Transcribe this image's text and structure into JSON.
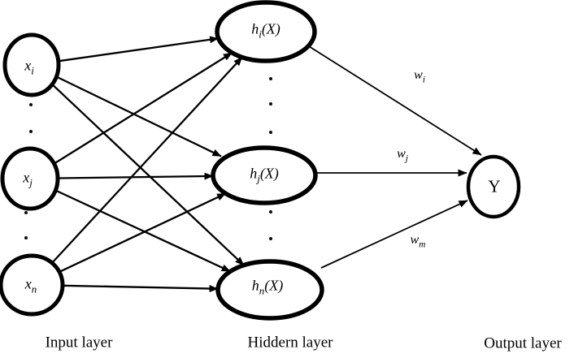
{
  "colors": {
    "ink": "#000000",
    "background": "#ffffff"
  },
  "nodes": {
    "xi": {
      "main": "x",
      "sub": "i",
      "suffix": ""
    },
    "xj": {
      "main": "x",
      "sub": "j",
      "suffix": ""
    },
    "xn": {
      "main": "x",
      "sub": "n",
      "suffix": ""
    },
    "hi": {
      "main": "h",
      "sub": "i",
      "suffix": "(X)"
    },
    "hj": {
      "main": "h",
      "sub": "j",
      "suffix": "(X)"
    },
    "hn": {
      "main": "h",
      "sub": "n",
      "suffix": "(X)"
    },
    "y": {
      "main": "Y",
      "sub": "",
      "suffix": ""
    }
  },
  "weights": {
    "wi": {
      "main": "w",
      "sub": "i"
    },
    "wj": {
      "main": "w",
      "sub": "j"
    },
    "wm": {
      "main": "w",
      "sub": "m"
    }
  },
  "layer_labels": {
    "input": "Input layer",
    "hidden": "Hiddern layer",
    "output": "Output layer"
  }
}
